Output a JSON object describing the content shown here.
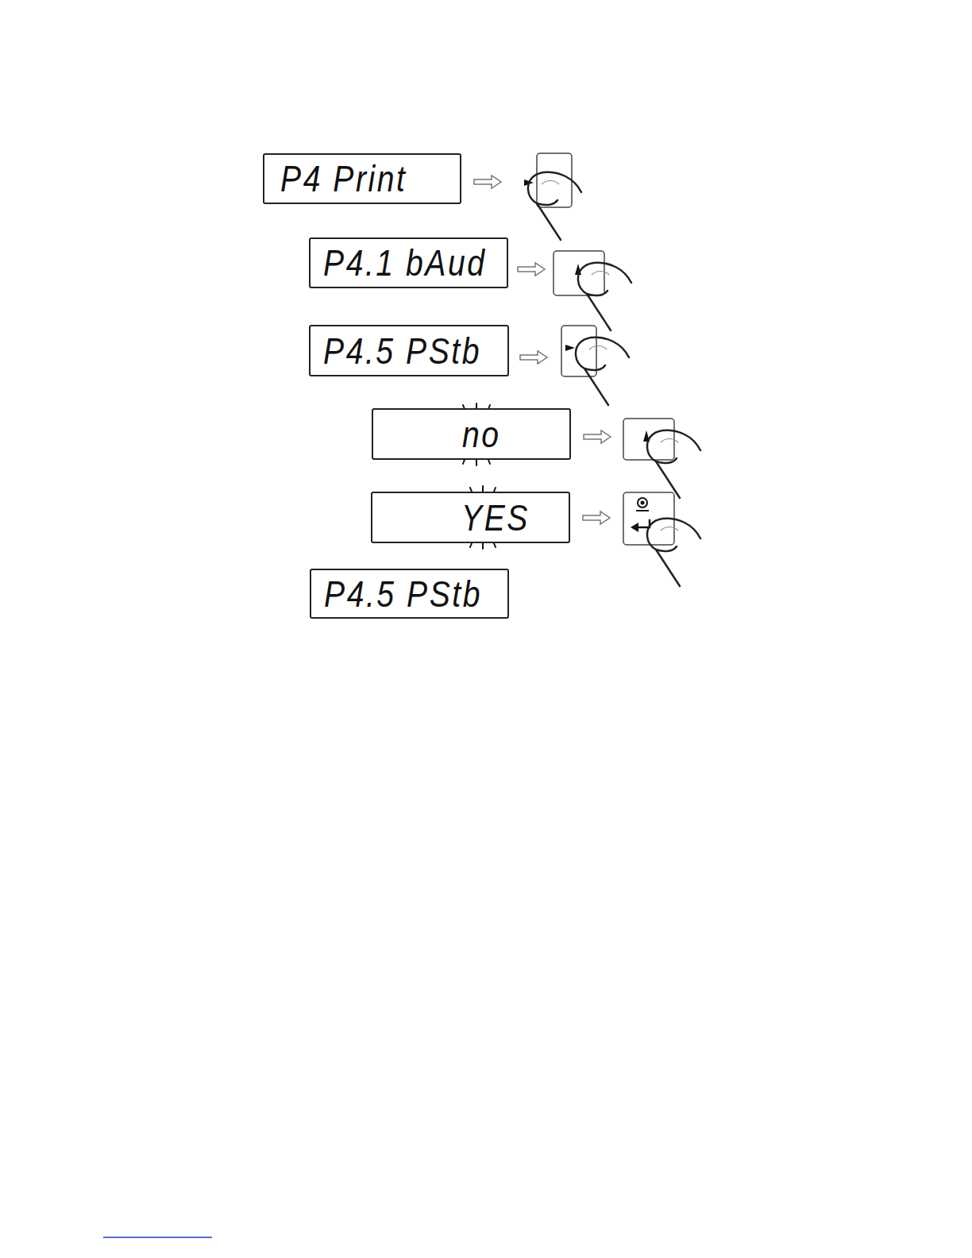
{
  "diagram": {
    "nodes": [
      {
        "text": [
          "P4 Print"
        ]
      },
      {
        "text": [
          "P4.1 bAud"
        ]
      },
      {
        "text": [
          "P4.5 PStb"
        ]
      },
      {
        "text": [
          "no"
        ]
      },
      {
        "text": [
          "YES"
        ]
      },
      {
        "text": [
          "P4.5 PStb"
        ]
      }
    ],
    "edges": []
  }
}
